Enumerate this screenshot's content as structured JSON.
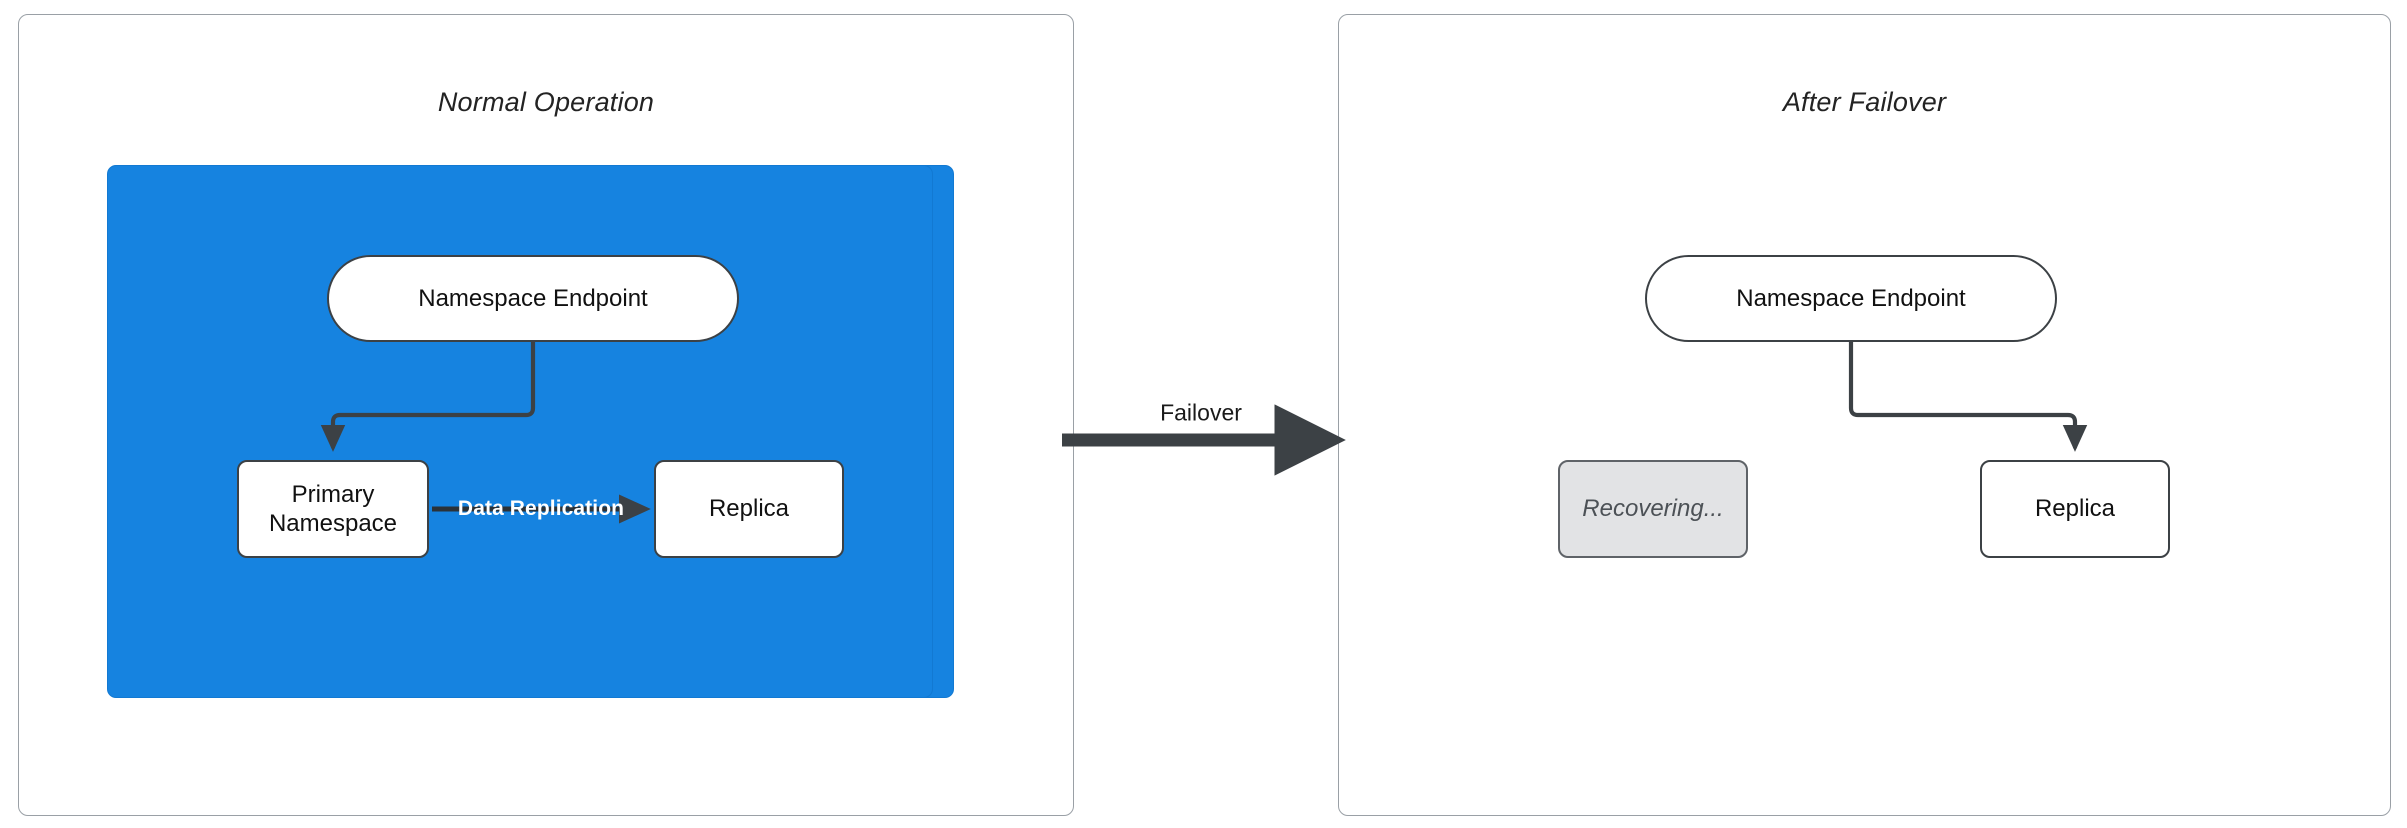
{
  "diagram": {
    "type": "flowchart",
    "title": "Namespace failover architecture",
    "colors": {
      "cluster_fill": "#1683e0",
      "node_fill": "#ffffff",
      "node_stroke": "#3c4145",
      "ghost_fill": "#e2e3e5",
      "ghost_text": "#4c5156",
      "panel_stroke": "#9aa0a6",
      "edge_stroke": "#3c4145",
      "replication_label_text": "#ffffff",
      "page_background": "#ffffff"
    }
  },
  "panels": [
    {
      "id": "normal-operation",
      "title": "Normal Operation",
      "cluster": {
        "fill": "#1683e0",
        "nodes": [
          {
            "id": "namespace-endpoint",
            "label": "Namespace Endpoint",
            "shape": "pill",
            "state": "active"
          },
          {
            "id": "primary-namespace",
            "label": "Primary\nNamespace",
            "line1": "Primary",
            "line2": "Namespace",
            "shape": "rect",
            "state": "active"
          },
          {
            "id": "replica",
            "label": "Replica",
            "shape": "rect",
            "state": "active"
          }
        ],
        "edges": [
          {
            "from": "namespace-endpoint",
            "to": "primary-namespace",
            "label": "",
            "style": "elbow-arrow"
          },
          {
            "from": "primary-namespace",
            "to": "replica",
            "label": "Data Replication",
            "style": "straight-arrow"
          }
        ]
      }
    },
    {
      "id": "after-failover",
      "title": "After Failover",
      "cluster": {
        "fill": "#1683e0",
        "nodes": [
          {
            "id": "namespace-endpoint-2",
            "label": "Namespace Endpoint",
            "shape": "pill",
            "state": "active"
          },
          {
            "id": "recovering",
            "label": "Recovering...",
            "shape": "rect",
            "state": "disabled"
          },
          {
            "id": "replica-2",
            "label": "Replica",
            "shape": "rect",
            "state": "active"
          }
        ],
        "edges": [
          {
            "from": "namespace-endpoint-2",
            "to": "replica-2",
            "label": "",
            "style": "elbow-arrow"
          }
        ]
      }
    }
  ],
  "transition": {
    "label": "Failover",
    "from_panel": "normal-operation",
    "to_panel": "after-failover",
    "style": "thick-arrow"
  }
}
